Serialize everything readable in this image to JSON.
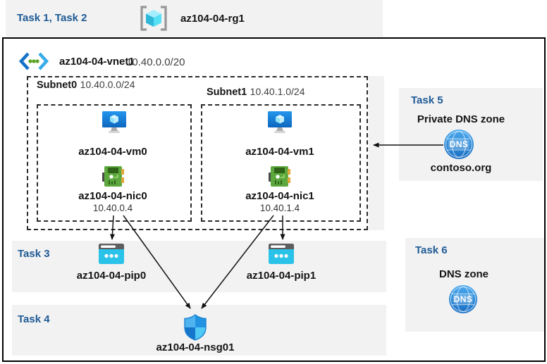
{
  "header": {
    "tasks_label": "Task 1, Task 2",
    "rg_name": "az104-04-rg1"
  },
  "vnet": {
    "name": "az104-04-vnet1",
    "cidr": "10.40.0.0/20"
  },
  "subnets": [
    {
      "name": "Subnet0",
      "cidr": "10.40.0.0/24",
      "vm": "az104-04-vm0",
      "nic": "az104-04-nic0",
      "ip": "10.40.0.4"
    },
    {
      "name": "Subnet1",
      "cidr": "10.40.1.0/24",
      "vm": "az104-04-vm1",
      "nic": "az104-04-nic1",
      "ip": "10.40.1.4"
    }
  ],
  "task3": {
    "label": "Task 3",
    "pip0": "az104-04-pip0",
    "pip1": "az104-04-pip1"
  },
  "task4": {
    "label": "Task 4",
    "nsg": "az104-04-nsg01"
  },
  "task5": {
    "label": "Task 5",
    "title": "Private DNS zone",
    "zone": "contoso.org",
    "dns_icon_text": "DNS"
  },
  "task6": {
    "label": "Task 6",
    "title": "DNS zone",
    "dns_icon_text": "DNS"
  },
  "colors": {
    "task_label_blue": "#1E5A96",
    "band_gray": "#F2F2F2",
    "border_black": "#000000",
    "azure_blue": "#1886DC",
    "nic_green": "#5CA83E",
    "pip_cyan": "#2BC2E9",
    "dns_blue": "#2E8AD8"
  }
}
